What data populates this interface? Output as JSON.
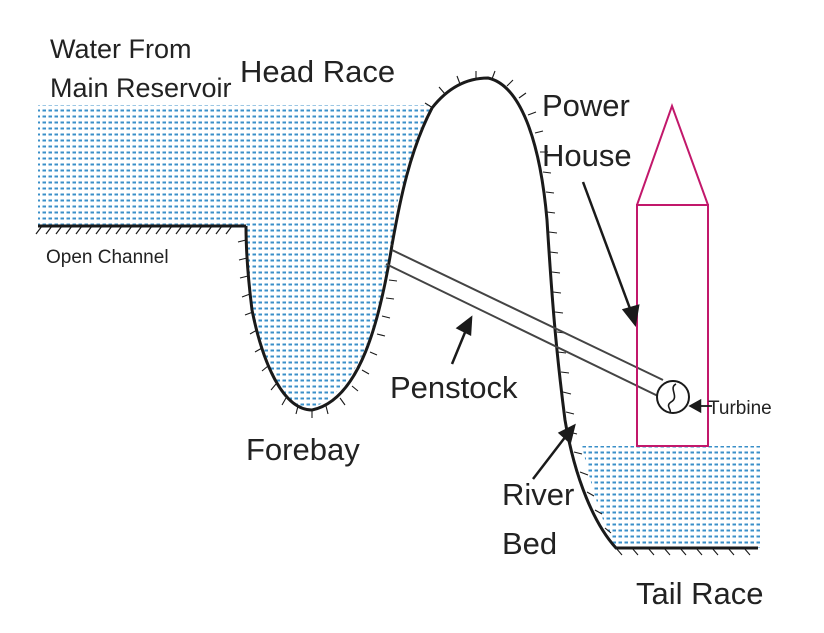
{
  "labels": {
    "water_from": "Water From",
    "main_reservoir": "Main Reservoir",
    "head_race": "Head Race",
    "open_channel": "Open Channel",
    "forebay": "Forebay",
    "penstock": "Penstock",
    "power": "Power",
    "house": "House",
    "turbine": "Turbine",
    "river": "River",
    "bed": "Bed",
    "tail_race": "Tail Race"
  },
  "colors": {
    "water": "#3a8fc8",
    "outline": "#1a1a1a",
    "power_house": "#c2186b",
    "penstock": "#444444"
  }
}
